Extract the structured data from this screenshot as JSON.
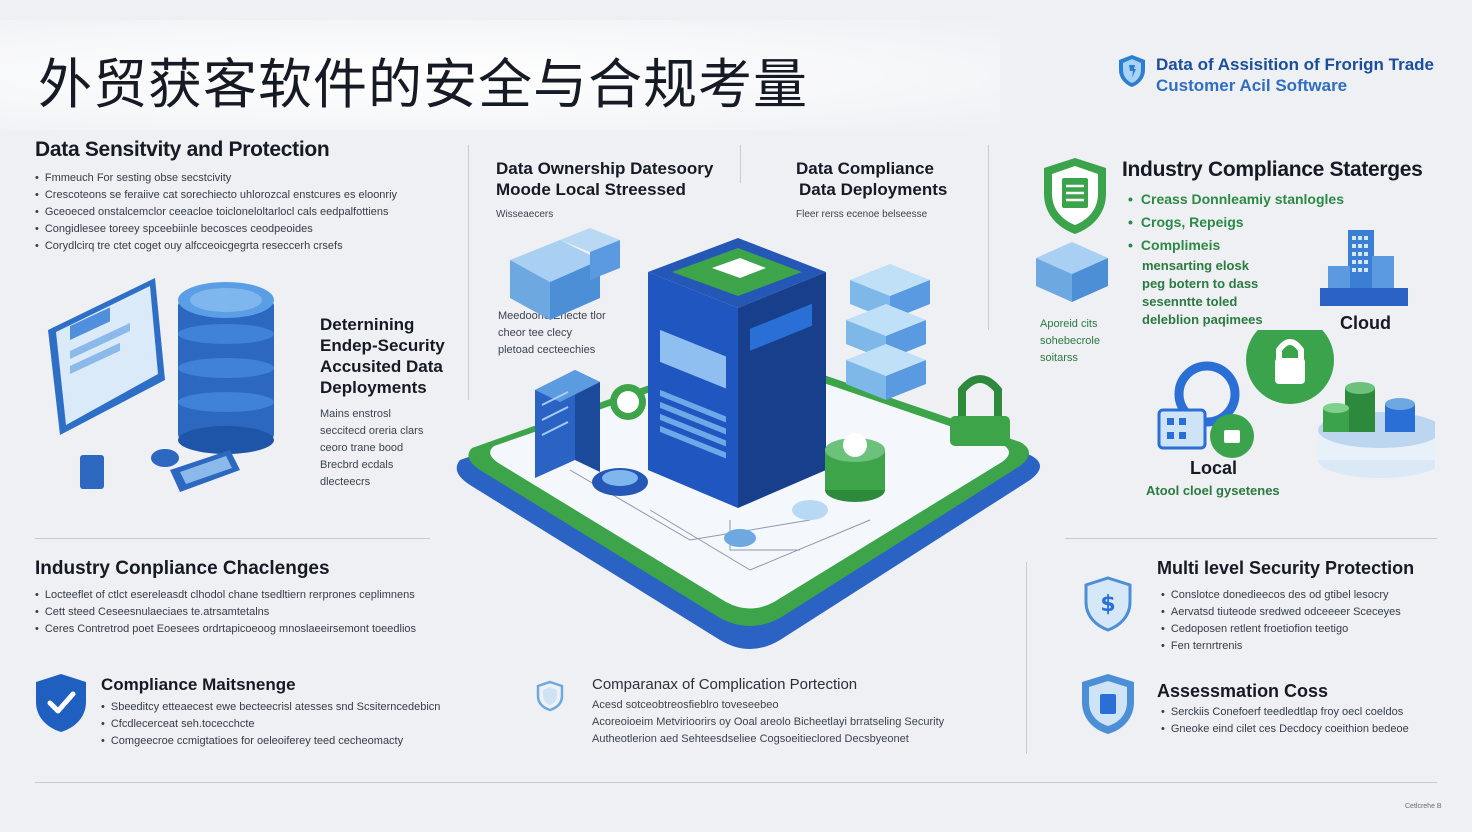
{
  "title": "外贸获客软件的安全与合规考量",
  "brand": {
    "line1": "Data of Assisition of Frorign Trade",
    "line2": "Customer Acil Software",
    "icon": "shield-icon"
  },
  "sections": {
    "data_sensitivity": {
      "heading": "Data Sensitvity and Protection",
      "bullets": [
        "Fmmeuch For sesting obse secstcivity",
        "Crescoteons se feraiive cat sorechiecto uhlorozcal enstcures es eloonriy",
        "Gceoeced onstalcemclor ceeacloe toicloneloltarlocl cals eedpalfottiens",
        "Congidlesee toreey spceebiinle becosces ceodpeoides",
        "Corydlcirq tre ctet coget ouy alfcceoicgegrta reseccerh crsefs"
      ]
    },
    "determining": {
      "heading_lines": [
        "Deternining",
        "Endep-Security",
        "Accusited Data",
        "Deployments"
      ],
      "lines": [
        "Mains enstrosl",
        "seccitecd oreria clars",
        "ceoro trane bood",
        "Brecbrd ecdals",
        "dlecteecrs"
      ]
    },
    "data_ownership": {
      "heading_lines": [
        "Data Ownership Datesoory",
        "Moode Local Streessed"
      ],
      "sub": "Wisseaecers",
      "notes": [
        "Meedoone Erlecte tlor",
        "cheor tee clecy",
        "pletoad cecteechies"
      ]
    },
    "data_compliance": {
      "heading_lines": [
        "Data Compliance",
        "Data Deployments"
      ],
      "sub": "Fleer rerss ecenoe belseesse"
    },
    "industry_strategies": {
      "heading": "Industry Compliance Staterges",
      "bullets": [
        "Creass Donnleamiy stanlogles",
        "Crogs, Repeigs",
        "Complimeis"
      ],
      "sub_lines": [
        "mensarting elosk",
        "peg botern to dass",
        "sesenntte toled",
        "deleblion paqimees"
      ],
      "side_note": [
        "Aporeid cits",
        "sohebecrole",
        "soitarss"
      ],
      "cloud_label": "Cloud",
      "local_label": "Local",
      "local_caption": "Atool cloel gysetenes"
    },
    "industry_challenges": {
      "heading": "Industry Conpliance Chaclenges",
      "bullets": [
        "Locteeflet of ctlct esereleasdt clhodol chane tsedltiern rerprones ceplimnens",
        "Cett steed Ceseesnulaeciaes te.atrsamtetalns",
        "Ceres Contretrod poet Eoesees ordrtapicoeoog mnoslaeeirsemont toeedlios"
      ]
    },
    "compliance_maintenance": {
      "heading": "Compliance Maitsnenge",
      "bullets": [
        "Sbeeditcy etteaecest ewe becteecrisl atesses snd Scsiterncedebicn",
        "Cfcdlecerceat seh.tocecchcte",
        "Comgeecroe ccmigtatioes for oeleoiferey teed cecheomacty"
      ]
    },
    "comparison": {
      "heading": "Comparanax of Complication Portection",
      "lines": [
        "Acesd sotceobtreosfieblro toveseebeo",
        "Acoreoioeim Metvirioorirs oy Ooal areolo Bicheetlayi brratseling Security",
        "Autheotlerion aed Sehteesdseliee Cogsoeitieclored Decsbyeonet"
      ]
    },
    "multi_level": {
      "heading": "Multi level Security Protection",
      "bullets": [
        "Conslotce donedieecos des od gtibel lesocry",
        "Aervatsd tiuteode sredwed odceeeer Sceceyes",
        "Cedoposen retlent froetiofion teetigo",
        "Fen ternrtrenis"
      ]
    },
    "assessment": {
      "heading": "Assessmation Coss",
      "bullets": [
        "Serckiis Conefoerf teedledtlap froy oecl coeldos",
        "Gneoke eind cilet ces Decdocy coeithion bedeoe"
      ]
    }
  },
  "footnote": "Cetlcrehe B",
  "colors": {
    "brand_blue": "#1f5fbf",
    "accent_green": "#3aa34b",
    "light_blue": "#7fb6e8",
    "background": "#eef0f3"
  },
  "icons": [
    "shield-icon",
    "database-icon",
    "server-icon",
    "padlock-icon",
    "green-shield-document-icon",
    "city-building-icon",
    "checkmark-shield-icon",
    "dollar-shield-icon",
    "security-shield-icon",
    "outline-shield-icon"
  ]
}
